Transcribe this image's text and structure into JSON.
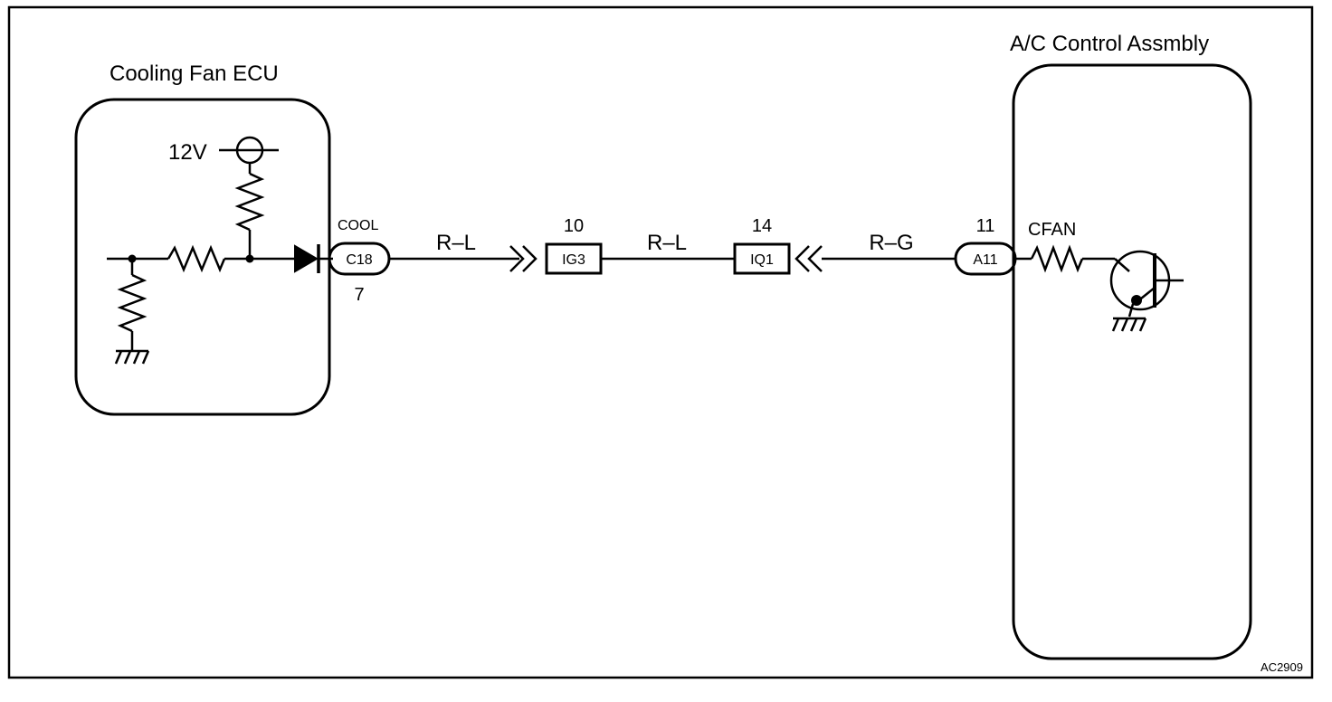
{
  "ecu": {
    "title": "Cooling Fan ECU",
    "voltage": "12V",
    "terminal_name": "COOL",
    "connector": "C18",
    "pin": "7"
  },
  "wiring": {
    "wire1": "R–L",
    "joint1": {
      "id": "IG3",
      "pin": "10"
    },
    "wire2": "R–L",
    "joint2": {
      "id": "IQ1",
      "pin": "14"
    },
    "wire3": "R–G"
  },
  "ac": {
    "title": "A/C Control Assmbly",
    "terminal_name": "CFAN",
    "connector": "A11",
    "pin": "11"
  },
  "code": "AC2909"
}
